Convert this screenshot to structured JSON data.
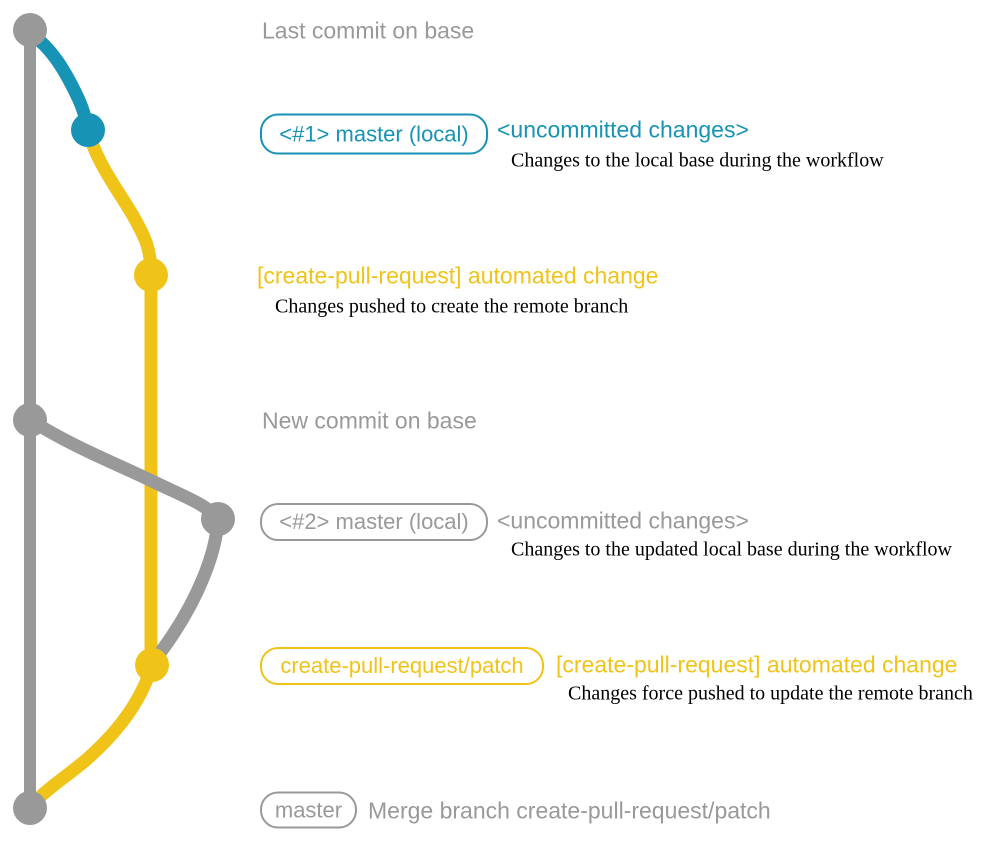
{
  "colors": {
    "teal": "#1793B5",
    "yellow": "#F0C319",
    "gray": "#999999",
    "ink": "#000000"
  },
  "graph": {
    "branches": [
      {
        "name": "base",
        "color": "gray"
      },
      {
        "name": "master (local)",
        "color": "teal"
      },
      {
        "name": "create-pull-request/patch",
        "color": "yellow"
      }
    ],
    "commits": [
      {
        "id": "last-commit-on-base",
        "branch": "base",
        "color": "gray"
      },
      {
        "id": "uncommitted-changes-1",
        "branch": "master (local)",
        "color": "teal"
      },
      {
        "id": "automated-change-1",
        "branch": "create-pull-request/patch",
        "color": "yellow"
      },
      {
        "id": "new-commit-on-base",
        "branch": "base",
        "color": "gray"
      },
      {
        "id": "uncommitted-changes-2",
        "branch": "master (local)",
        "color": "gray"
      },
      {
        "id": "automated-change-2",
        "branch": "create-pull-request/patch",
        "color": "yellow"
      },
      {
        "id": "merge-commit",
        "branch": "base",
        "color": "gray"
      }
    ]
  },
  "annotations": {
    "row1": {
      "label": "Last commit on base"
    },
    "row2": {
      "badge": "<#1> master (local)",
      "title": "<uncommitted changes>",
      "subtitle": "Changes to the local base during the workflow"
    },
    "row3": {
      "title": "[create-pull-request] automated change",
      "subtitle": "Changes pushed to create the remote branch"
    },
    "row4": {
      "label": "New commit on base"
    },
    "row5": {
      "badge": "<#2> master (local)",
      "title": "<uncommitted changes>",
      "subtitle": "Changes to the updated local base during the workflow"
    },
    "row6": {
      "badge": "create-pull-request/patch",
      "title": "[create-pull-request] automated change",
      "subtitle": "Changes force pushed to update the remote branch"
    },
    "row7": {
      "badge": "master",
      "label": "Merge branch create-pull-request/patch"
    }
  }
}
